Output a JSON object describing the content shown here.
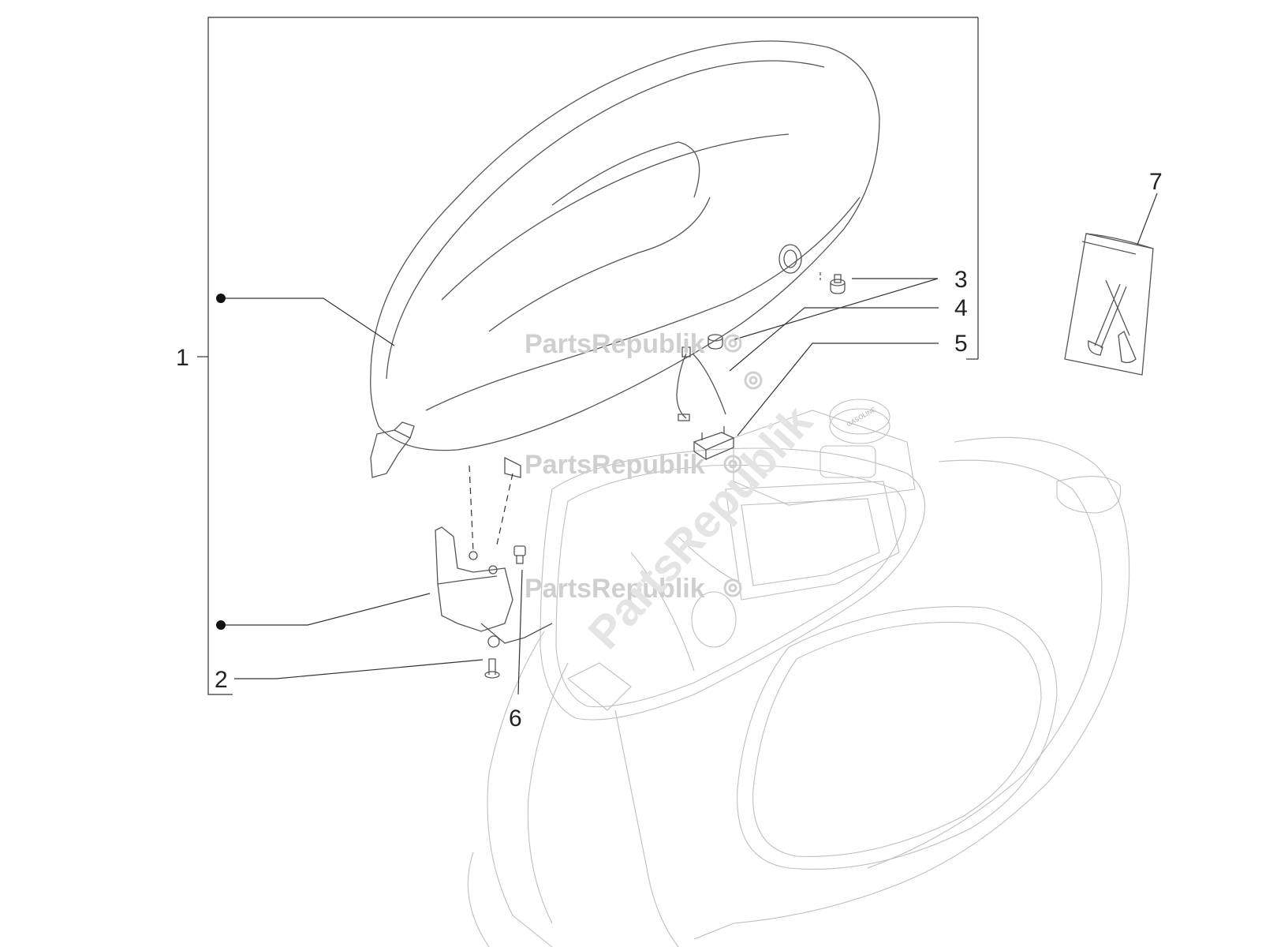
{
  "diagram": {
    "callouts": [
      {
        "id": "1",
        "label": "1"
      },
      {
        "id": "2",
        "label": "2"
      },
      {
        "id": "3",
        "label": "3"
      },
      {
        "id": "4",
        "label": "4"
      },
      {
        "id": "5",
        "label": "5"
      },
      {
        "id": "6",
        "label": "6"
      },
      {
        "id": "7",
        "label": "7"
      }
    ],
    "watermark": {
      "text": "PartsRepublik",
      "icon": "gear-icon"
    },
    "tank_cap_text": "GASOLINE"
  }
}
